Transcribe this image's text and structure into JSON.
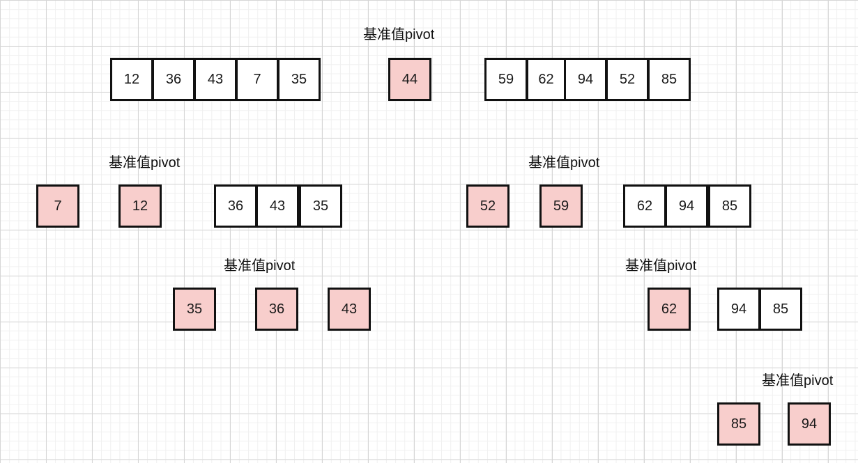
{
  "pivot_label": "基准值pivot",
  "level1": {
    "left": [
      "12",
      "36",
      "43",
      "7",
      "35"
    ],
    "pivot": "44",
    "right": [
      "59",
      "62",
      "94",
      "52",
      "85"
    ]
  },
  "level2_left": {
    "smaller": "7",
    "pivot": "12",
    "larger": [
      "36",
      "43",
      "35"
    ]
  },
  "level2_right": {
    "smaller": "52",
    "pivot": "59",
    "larger": [
      "62",
      "94",
      "85"
    ]
  },
  "level3_left": {
    "smaller": "35",
    "pivot": "36",
    "larger": "43"
  },
  "level3_right": {
    "pivot": "62",
    "larger": [
      "94",
      "85"
    ]
  },
  "level4_right": {
    "pivot": "85",
    "larger": "94"
  },
  "colors": {
    "pivot_fill": "#f8cecc",
    "cell_border": "#111111",
    "cell_fill": "#ffffff"
  }
}
